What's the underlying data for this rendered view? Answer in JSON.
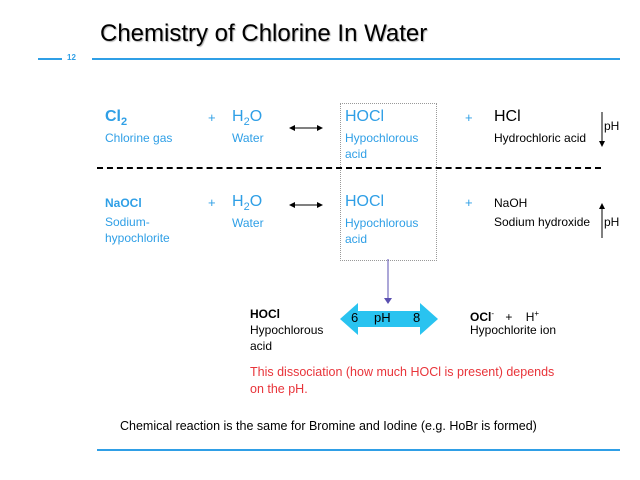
{
  "slide": {
    "title": "Chemistry of Chlorine In Water",
    "number": "12",
    "accent_color": "#2f9fe6"
  },
  "reaction1": {
    "reactant1_formula": "Cl",
    "reactant1_sub": "2",
    "reactant1_name": "Chlorine gas",
    "plus1": "+",
    "reactant2_formula_a": "H",
    "reactant2_sub": "2",
    "reactant2_formula_b": "O",
    "reactant2_name": "Water",
    "product1_formula": "HOCl",
    "product1_name_line1": "Hypochlorous",
    "product1_name_line2": "acid",
    "plus2": "+",
    "product2_formula": "HCl",
    "product2_name": "Hydrochloric acid",
    "ph_label": "pH",
    "ph_direction": "down"
  },
  "reaction2": {
    "reactant1_formula": "NaOCl",
    "reactant1_name_line1": "Sodium-",
    "reactant1_name_line2": "hypochlorite",
    "plus1": "+",
    "reactant2_formula_a": "H",
    "reactant2_sub": "2",
    "reactant2_formula_b": "O",
    "reactant2_name": "Water",
    "product1_formula": "HOCl",
    "product1_name_line1": "Hypochlorous",
    "product1_name_line2": "acid",
    "plus2": "+",
    "product2_formula": "NaOH",
    "product2_name": "Sodium hydroxide",
    "ph_label": "pH",
    "ph_direction": "up"
  },
  "dissociation": {
    "left_formula": "HOCl",
    "left_name_line1": "Hypochlorous",
    "left_name_line2": "acid",
    "arrow_low": "6",
    "arrow_label": "pH",
    "arrow_high": "8",
    "arrow_color": "#29c3f0",
    "right_formula_ion": "OCl",
    "right_charge": "-",
    "right_plus": "+",
    "right_h": "H",
    "right_h_charge": "+",
    "right_name": "Hypochlorite ion",
    "note_line1": "This dissociation (how much HOCl is present) depends",
    "note_line2": "on the pH.",
    "note_color": "#e8343a"
  },
  "footer_text": "Chemical reaction is the same for Bromine and Iodine (e.g. HoBr is formed)"
}
